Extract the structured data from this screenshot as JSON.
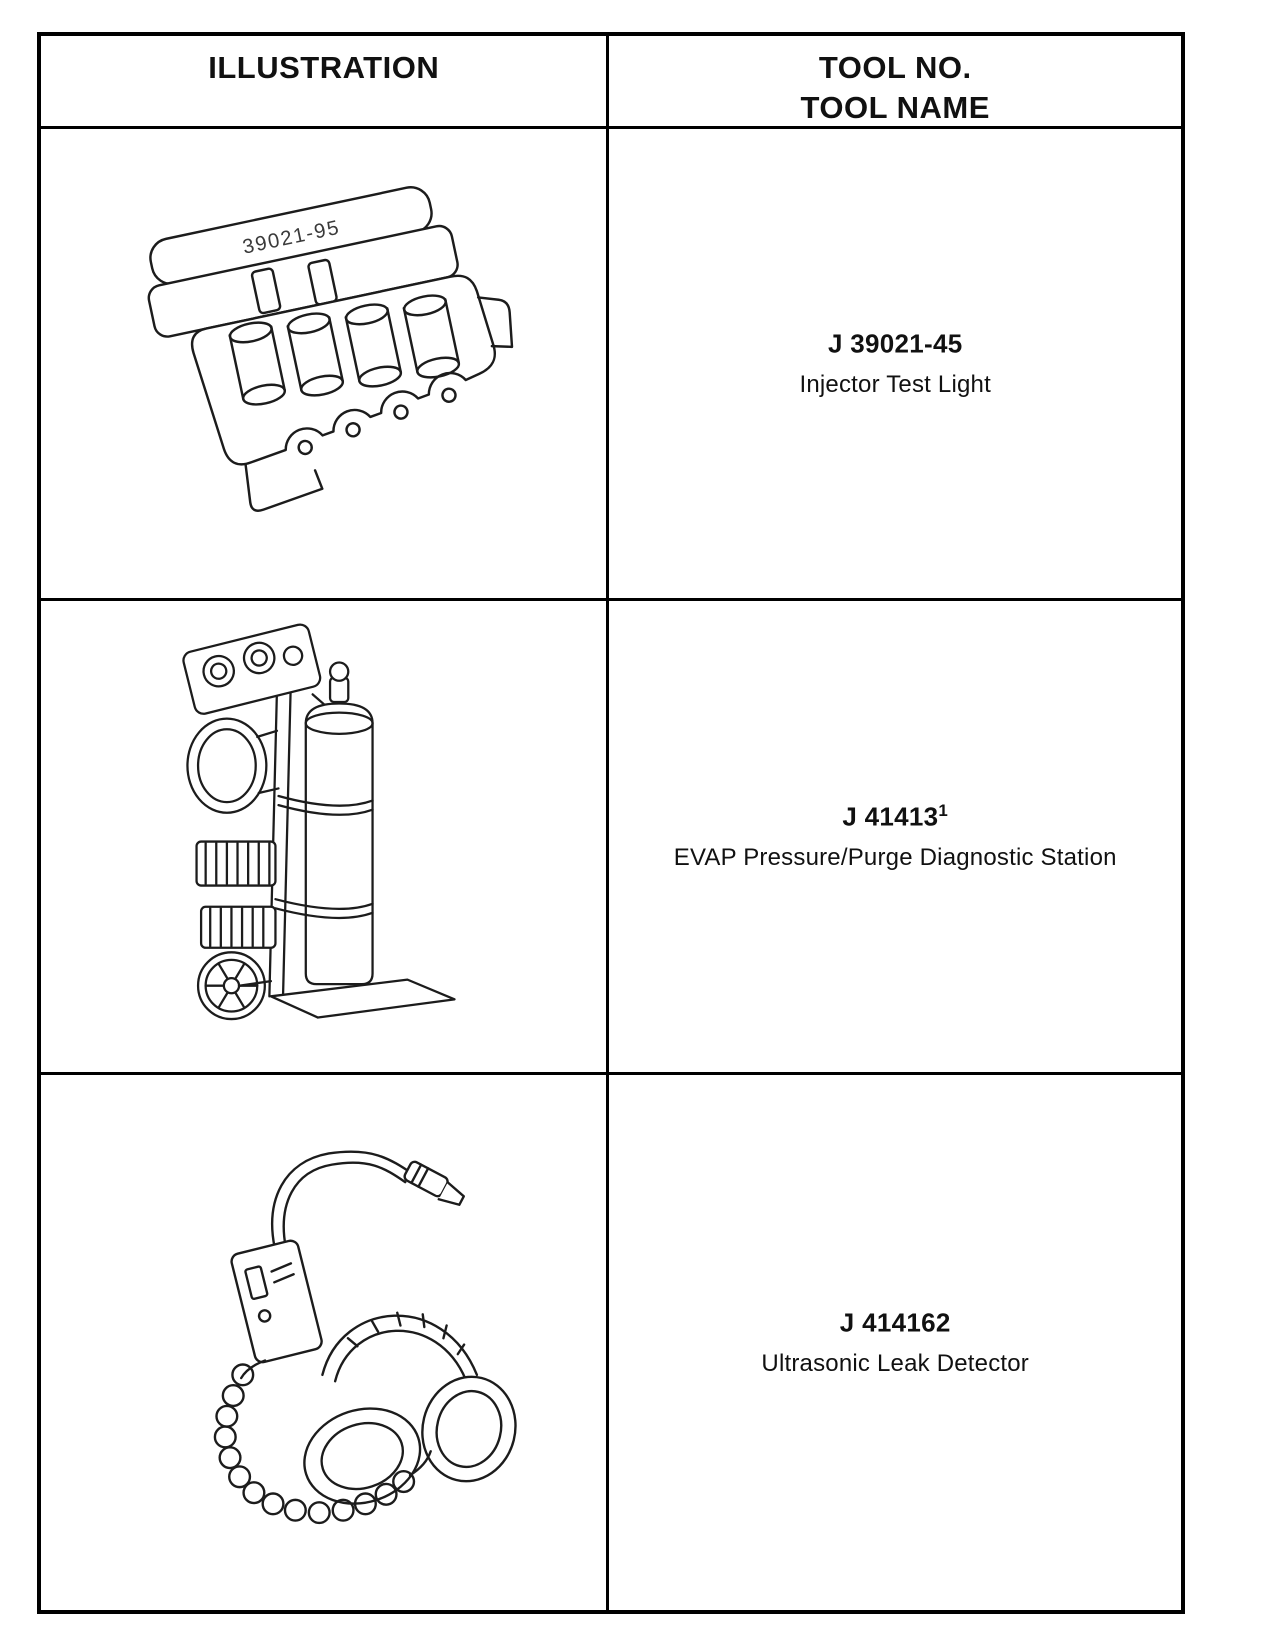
{
  "table": {
    "header": {
      "illustration": "ILLUSTRATION",
      "tool_no": "TOOL NO.",
      "tool_name": "TOOL NAME"
    },
    "rows": [
      {
        "tool_no": "J 39021-45",
        "tool_no_superscript": "",
        "tool_name": "Injector Test Light",
        "illustration": "injector-test-light",
        "illustration_label": "39021-95"
      },
      {
        "tool_no": "J 41413",
        "tool_no_superscript": "1",
        "tool_name": "EVAP Pressure/Purge Diagnostic Station",
        "illustration": "evap-pressure-purge-diagnostic-station",
        "illustration_label": ""
      },
      {
        "tool_no": "J 414162",
        "tool_no_superscript": "",
        "tool_name": "Ultrasonic Leak Detector",
        "illustration": "ultrasonic-leak-detector",
        "illustration_label": ""
      }
    ]
  },
  "colors": {
    "border": "#000000",
    "text": "#111111",
    "background": "#ffffff",
    "line_art": "#1c1c1c"
  }
}
